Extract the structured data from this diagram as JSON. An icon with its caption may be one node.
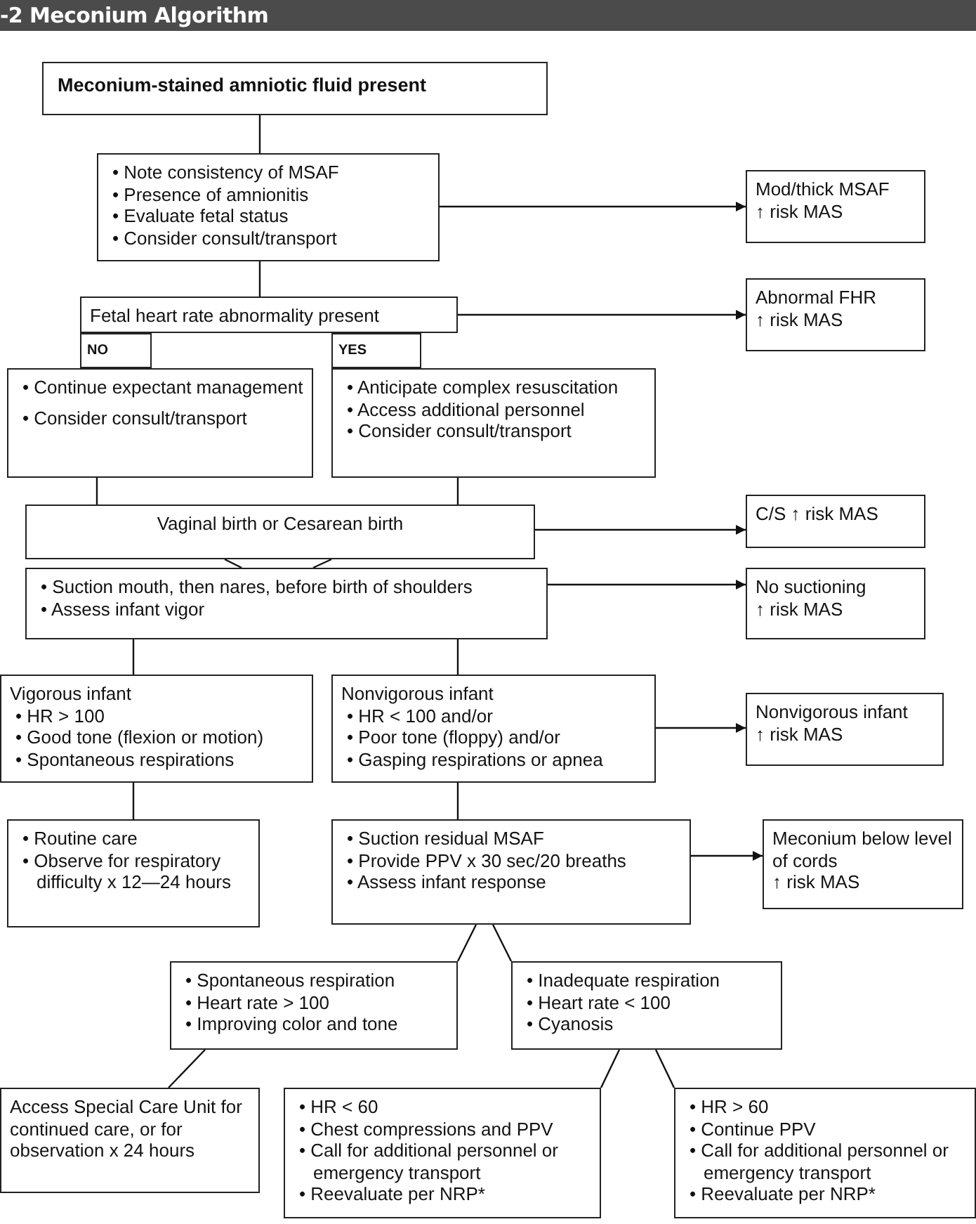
{
  "diagram": {
    "title": "-2 Meconium Algorithm",
    "nodes": [
      {
        "text": [
          "Meconium-stained amniotic fluid present"
        ]
      },
      {
        "text": [
          "• Note consistency of MSAF",
          "• Presence of amnionitis",
          "• Evaluate fetal status",
          "• Consider consult/transport"
        ]
      },
      {
        "text": [
          "Mod/thick MSAF",
          "↑ risk MAS"
        ]
      },
      {
        "text": [
          "Fetal heart rate abnormality present"
        ]
      },
      {
        "text": [
          "Abnormal FHR",
          "↑ risk MAS"
        ]
      },
      {
        "text": [
          "NO"
        ]
      },
      {
        "text": [
          "YES"
        ]
      },
      {
        "text": [
          "• Continue expectant management",
          "• Consider consult/transport"
        ]
      },
      {
        "text": [
          "• Anticipate complex resuscitation",
          "• Access additional personnel",
          "• Consider consult/transport"
        ]
      },
      {
        "text": [
          "Vaginal birth or Cesarean birth"
        ]
      },
      {
        "text": [
          "C/S ↑ risk MAS"
        ]
      },
      {
        "text": [
          "• Suction mouth, then nares, before birth of shoulders",
          "• Assess infant vigor"
        ]
      },
      {
        "text": [
          "No suctioning",
          "↑ risk MAS"
        ]
      },
      {
        "text": [
          "Vigorous infant",
          "• HR > 100",
          "• Good tone (flexion or motion)",
          "• Spontaneous respirations"
        ]
      },
      {
        "text": [
          "Nonvigorous infant",
          "• HR < 100 and/or",
          "• Poor tone (floppy) and/or",
          "• Gasping respirations or apnea"
        ]
      },
      {
        "text": [
          "Nonvigorous infant",
          "↑ risk MAS"
        ]
      },
      {
        "text": [
          "• Routine care",
          "• Observe for respiratory difficulty x 12—24 hours"
        ]
      },
      {
        "text": [
          "• Suction residual MSAF",
          "• Provide PPV x 30 sec/20 breaths",
          "• Assess infant response"
        ]
      },
      {
        "text": [
          "Meconium below level of cords",
          "↑ risk MAS"
        ]
      },
      {
        "text": [
          "• Spontaneous respiration",
          "• Heart rate > 100",
          "• Improving color and tone"
        ]
      },
      {
        "text": [
          "• Inadequate respiration",
          "• Heart rate < 100",
          "• Cyanosis"
        ]
      },
      {
        "text": [
          "Access Special Care Unit for continued care, or for observation x 24 hours"
        ]
      },
      {
        "text": [
          "• HR < 60",
          "• Chest compressions and PPV",
          "• Call for additional personnel or emergency transport",
          "• Reevaluate per NRP*"
        ]
      },
      {
        "text": [
          "• HR > 60",
          "• Continue PPV",
          "• Call for additional personnel or emergency transport",
          "• Reevaluate per NRP*"
        ]
      }
    ],
    "edges": [
      {
        "from": 0,
        "to": 1,
        "arrow": "none"
      },
      {
        "from": 1,
        "to": 2,
        "arrow": "to"
      },
      {
        "from": 1,
        "to": 3,
        "arrow": "none"
      },
      {
        "from": 3,
        "to": 4,
        "arrow": "to"
      },
      {
        "from": 7,
        "to": 9,
        "arrow": "none"
      },
      {
        "from": 8,
        "to": 9,
        "arrow": "none"
      },
      {
        "from": 9,
        "to": 10,
        "arrow": "to"
      },
      {
        "from": 9,
        "to": 11,
        "arrow": "none"
      },
      {
        "from": 9,
        "to": 11,
        "arrow": "none"
      },
      {
        "from": 11,
        "to": 12,
        "arrow": "to"
      },
      {
        "from": 11,
        "to": 13,
        "arrow": "none"
      },
      {
        "from": 11,
        "to": 14,
        "arrow": "none"
      },
      {
        "from": 14,
        "to": 15,
        "arrow": "to"
      },
      {
        "from": 13,
        "to": 16,
        "arrow": "none"
      },
      {
        "from": 14,
        "to": 17,
        "arrow": "none"
      },
      {
        "from": 17,
        "to": 18,
        "arrow": "to"
      },
      {
        "from": 17,
        "to": 19,
        "arrow": "none"
      },
      {
        "from": 17,
        "to": 20,
        "arrow": "none"
      },
      {
        "from": 19,
        "to": 21,
        "arrow": "none"
      },
      {
        "from": 20,
        "to": 22,
        "arrow": "none"
      },
      {
        "from": 20,
        "to": 23,
        "arrow": "none"
      }
    ]
  }
}
